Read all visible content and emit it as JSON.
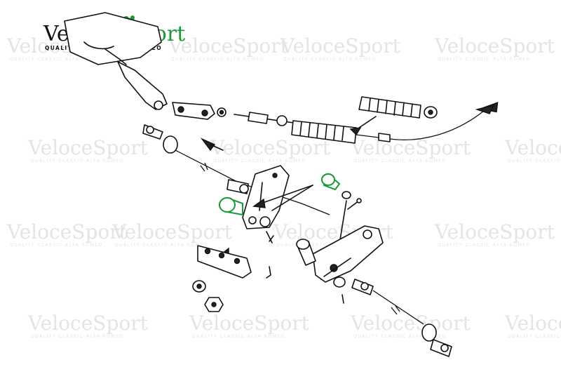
{
  "brand": {
    "name_part1": "Veloce",
    "name_part2": "Sport",
    "tagline": "QUALITY CLASSIC ALFA ROMEO",
    "accent_color": "#1a9a3a",
    "text_color": "#111111",
    "watermark_color": "#e4e4e4"
  },
  "watermark": {
    "text": "VeloceSport",
    "subtext": "QUALITY CLASSIC ALFA ROMEO"
  },
  "diagram": {
    "highlight_color": "#1a9a3a",
    "parts": [
      "pedal-bracket",
      "spring-tube",
      "cable-clevis",
      "cable-front",
      "lever-bracket-left",
      "lever-bracket-right",
      "clamp-plate",
      "nuts-and-washers",
      "cotter-pins",
      "rear-cable-end"
    ]
  }
}
